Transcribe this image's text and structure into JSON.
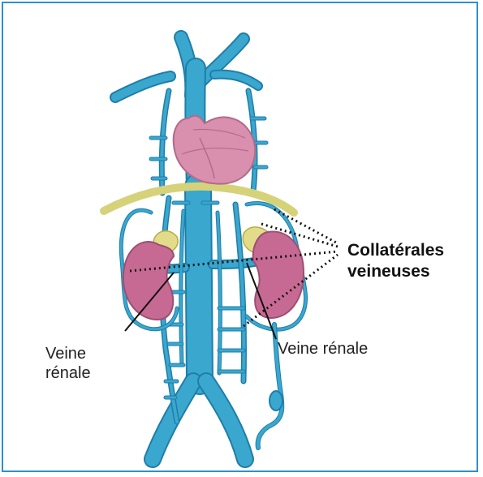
{
  "labels": {
    "left_renal_vein": "Veine\nrénale",
    "right_renal_vein": "Veine rénale",
    "collaterals": "Collatérales\nveineuses"
  },
  "colors": {
    "frame": "#2f8fd0",
    "vein": "#3aa7cf",
    "vein_outline": "#1f7ea8",
    "heart": "#d98fae",
    "kidney": "#c76a93",
    "diaphragm": "#d6d27a",
    "adrenal": "#e2dc8a",
    "leader_line": "#111111"
  }
}
